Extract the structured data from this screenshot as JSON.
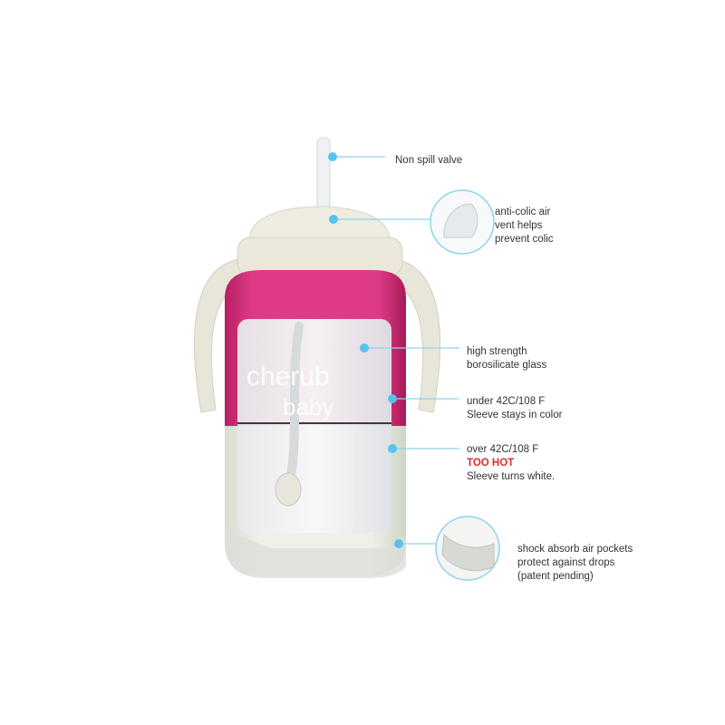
{
  "logo": {
    "line1": "cherub",
    "line2": "baby"
  },
  "colors": {
    "accent": "#58c3ea",
    "sleeve_pink": "#d6317c",
    "sleeve_white": "#e9ede4",
    "cap": "#ece9dc",
    "hot": "#e02a2a"
  },
  "callouts": {
    "valve": "Non spill valve",
    "vent": [
      "anti-colic air",
      "vent helps",
      "prevent colic"
    ],
    "glass": [
      "high strength",
      "borosilicate glass"
    ],
    "under": [
      "under 42C/108 F",
      "Sleeve stays in color"
    ],
    "over": {
      "line1": "over 42C/108 F",
      "warning": "TOO HOT",
      "line3": "Sleeve turns white."
    },
    "shock": [
      "shock absorb air pockets",
      "protect against drops",
      "(patent pending)"
    ]
  }
}
